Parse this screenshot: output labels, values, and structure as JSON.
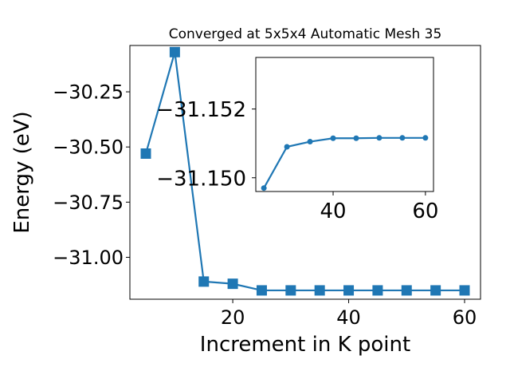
{
  "chart_data": [
    {
      "type": "line",
      "title": "Converged at 5x5x4 Automatic Mesh 35",
      "xlabel": "Increment in K point",
      "ylabel": "Energy (eV)",
      "xlim": [
        2.25,
        62.75
      ],
      "ylim": [
        -31.19,
        -30.04
      ],
      "xticks": [
        20,
        40,
        60
      ],
      "yticks": [
        -30.25,
        -30.5,
        -30.75,
        -31.0
      ],
      "grid": false,
      "marker": "square",
      "color": "#1f77b4",
      "series": [
        {
          "x": [
            5,
            10,
            15,
            20,
            25,
            30,
            35,
            40,
            45,
            50,
            55,
            60
          ],
          "y": [
            -30.53,
            -30.07,
            -31.11,
            -31.12,
            -31.15,
            -31.15,
            -31.15,
            -31.15,
            -31.15,
            -31.15,
            -31.15,
            -31.15
          ]
        }
      ]
    },
    {
      "type": "line",
      "title": "",
      "xlabel": "",
      "ylabel": "",
      "xlim": [
        23.25,
        61.75
      ],
      "ylim": [
        -31.1496,
        -31.1535
      ],
      "xticks": [
        40,
        60
      ],
      "yticks": [
        -31.152,
        -31.15
      ],
      "grid": false,
      "marker": "circle",
      "color": "#1f77b4",
      "series": [
        {
          "x": [
            25,
            30,
            35,
            40,
            45,
            50,
            55,
            60
          ],
          "y": [
            -31.1497,
            -31.1509,
            -31.15105,
            -31.15115,
            -31.15115,
            -31.15116,
            -31.15116,
            -31.15116
          ]
        }
      ]
    }
  ]
}
